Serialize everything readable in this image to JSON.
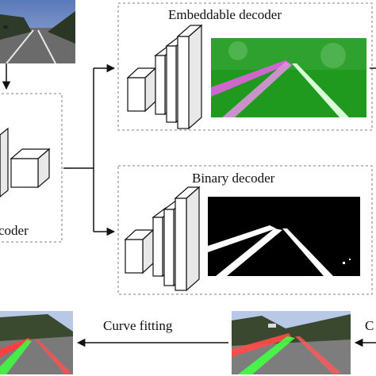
{
  "labels": {
    "embeddable_decoder": "Embeddable decoder",
    "binary_decoder": "Binary decoder",
    "encoder_partial": "coder",
    "curve_fitting": "Curve fitting",
    "clustering_partial": "C"
  },
  "colors": {
    "dashed_border": "#9a9a9a",
    "embedding_bg": "#1f9a1f",
    "embedding_lane_a": "#e060e0",
    "embedding_lane_b": "#d8ffd8",
    "binary_bg": "#000000",
    "binary_lane": "#ffffff",
    "fitted_lane_red": "#ff4040",
    "fitted_lane_green": "#40ff40",
    "arrow": "#111111"
  }
}
